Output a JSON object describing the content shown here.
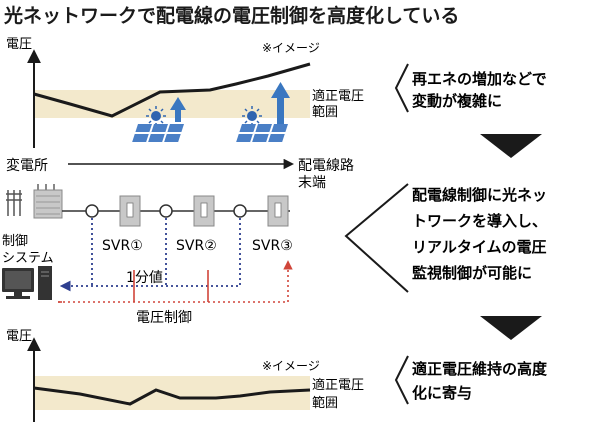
{
  "title": "光ネットワークで配電線の電圧制御を高度化している",
  "top_chart": {
    "axis_label": "電圧",
    "note": "※イメージ",
    "band_label_line1": "適正電圧",
    "band_label_line2": "範囲"
  },
  "direction": {
    "start": "変電所",
    "end_line1": "配電線路",
    "end_line2": "末端"
  },
  "system": {
    "label_line1": "制御",
    "label_line2": "システム",
    "svr1": "SVR①",
    "svr2": "SVR②",
    "svr3": "SVR③",
    "one_minute": "1分値",
    "voltage_control": "電圧制御"
  },
  "bottom_chart": {
    "axis_label": "電圧",
    "note": "※イメージ",
    "band_label_line1": "適正電圧",
    "band_label_line2": "範囲"
  },
  "steps": [
    {
      "lines": [
        "再エネの増加などで",
        "変動が複雑に"
      ]
    },
    {
      "lines": [
        "配電線制御に光ネッ",
        "トワークを導入し、",
        "リアルタイムの電圧",
        "監視制御が可能に"
      ]
    },
    {
      "lines": [
        "適正電圧維持の高度",
        "化に寄与"
      ]
    }
  ],
  "colors": {
    "band": "#f3e9cc",
    "blue_arrow": "#3a77c0",
    "panel": "#4a7fc6",
    "sun": "#2f64b0",
    "dotted_blue": "#2e3f8f",
    "red": "#d0453a",
    "gray_box": "#c8c8c8",
    "line": "#1a1a1a"
  }
}
